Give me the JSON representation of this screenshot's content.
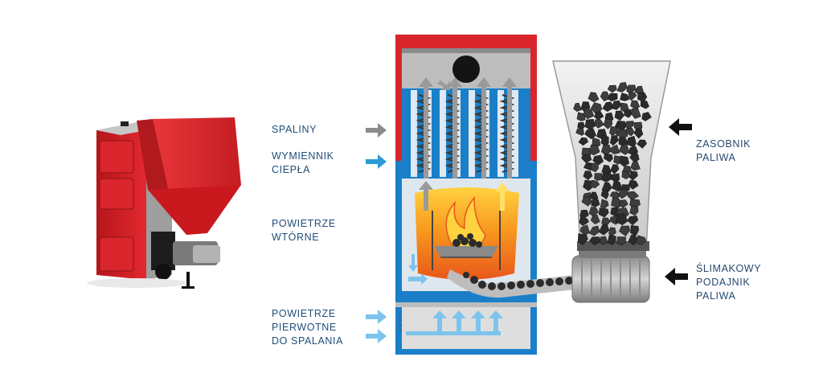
{
  "labels": {
    "spaliny": [
      "SPALINY"
    ],
    "wymiennik": [
      "WYMIENNIK",
      "CIEPŁA"
    ],
    "powietrze_wtorne": [
      "POWIETRZE",
      "WTÓRNE"
    ],
    "powietrze_pierwotne": [
      "POWIETRZE",
      "PIERWOTNE",
      "DO SPALANIA"
    ],
    "zasobnik": [
      "ZASOBNIK",
      "PALIWA"
    ],
    "podajnik": [
      "ŚLIMAKOWY",
      "PODAJNIK",
      "PALIWA"
    ]
  },
  "colors": {
    "label_text": "#1f4e79",
    "exhaust_arrow": "#8c8c8c",
    "heat_arrow": "#2b9ad6",
    "air_arrow": "#7cc4ec",
    "fuel_arrow": "#111111",
    "boiler_frame": "#d9262c",
    "boiler_blue": "#1a7fc8",
    "flame": "#f7941d",
    "coal": "#2b2b2b",
    "hopper": "#d6d6d6"
  },
  "icons": {
    "product": "pellet-boiler-photo",
    "coal": "coal-lump-icon",
    "flame": "flame-icon"
  }
}
